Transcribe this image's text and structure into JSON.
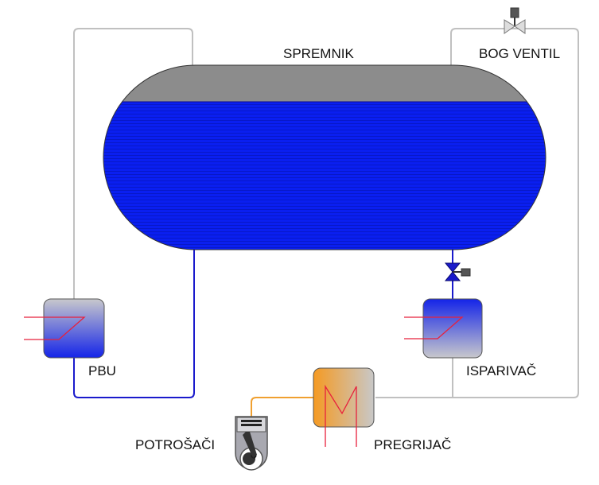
{
  "labels": {
    "tank": "SPREMNIK",
    "bog_valve": "BOG VENTIL",
    "pbu": "PBU",
    "vaporizer": "ISPARIVAČ",
    "heater": "PREGRIJAČ",
    "consumers": "POTROŠAČI"
  },
  "colors": {
    "liquid": "#0a1ff0",
    "vapor": "#8c8c8c",
    "gas_line": "#c0c0c0",
    "liquid_line": "#1a1acc",
    "heater_line": "#f0a030",
    "heat_coil": "#e8203c"
  }
}
